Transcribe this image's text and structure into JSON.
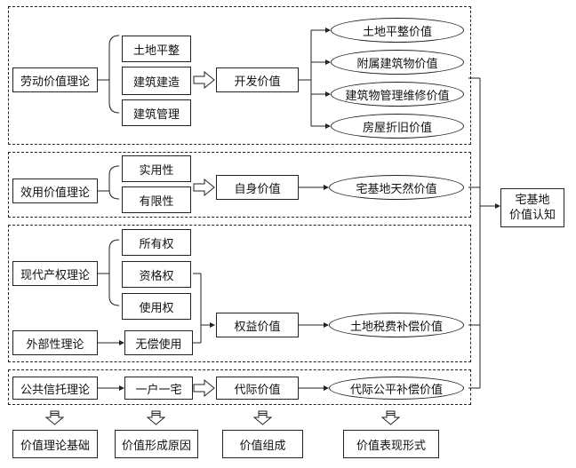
{
  "groups": [
    {
      "theory": "劳动价值理论",
      "causes": [
        "土地平整",
        "建筑建造",
        "建筑管理"
      ],
      "component": "开发价值",
      "forms": [
        "土地平整价值",
        "附属建筑物价值",
        "建筑物管理维修价值",
        "房屋折旧价值"
      ]
    },
    {
      "theory": "效用价值理论",
      "causes": [
        "实用性",
        "有限性"
      ],
      "component": "自身价值",
      "forms": [
        "宅基地天然价值"
      ]
    },
    {
      "theory": "现代产权理论",
      "theory2": "外部性理论",
      "causes": [
        "所有权",
        "资格权",
        "使用权",
        "无偿使用"
      ],
      "component": "权益价值",
      "forms": [
        "土地税费补偿价值"
      ]
    },
    {
      "theory": "公共信托理论",
      "causes": [
        "一户一宅"
      ],
      "component": "代际价值",
      "forms": [
        "代际公平补偿价值"
      ]
    }
  ],
  "target": {
    "line1": "宅基地",
    "line2": "价值认知"
  },
  "bottom_labels": [
    "价值理论基础",
    "价值形成原因",
    "价值组成",
    "价值表现形式"
  ]
}
